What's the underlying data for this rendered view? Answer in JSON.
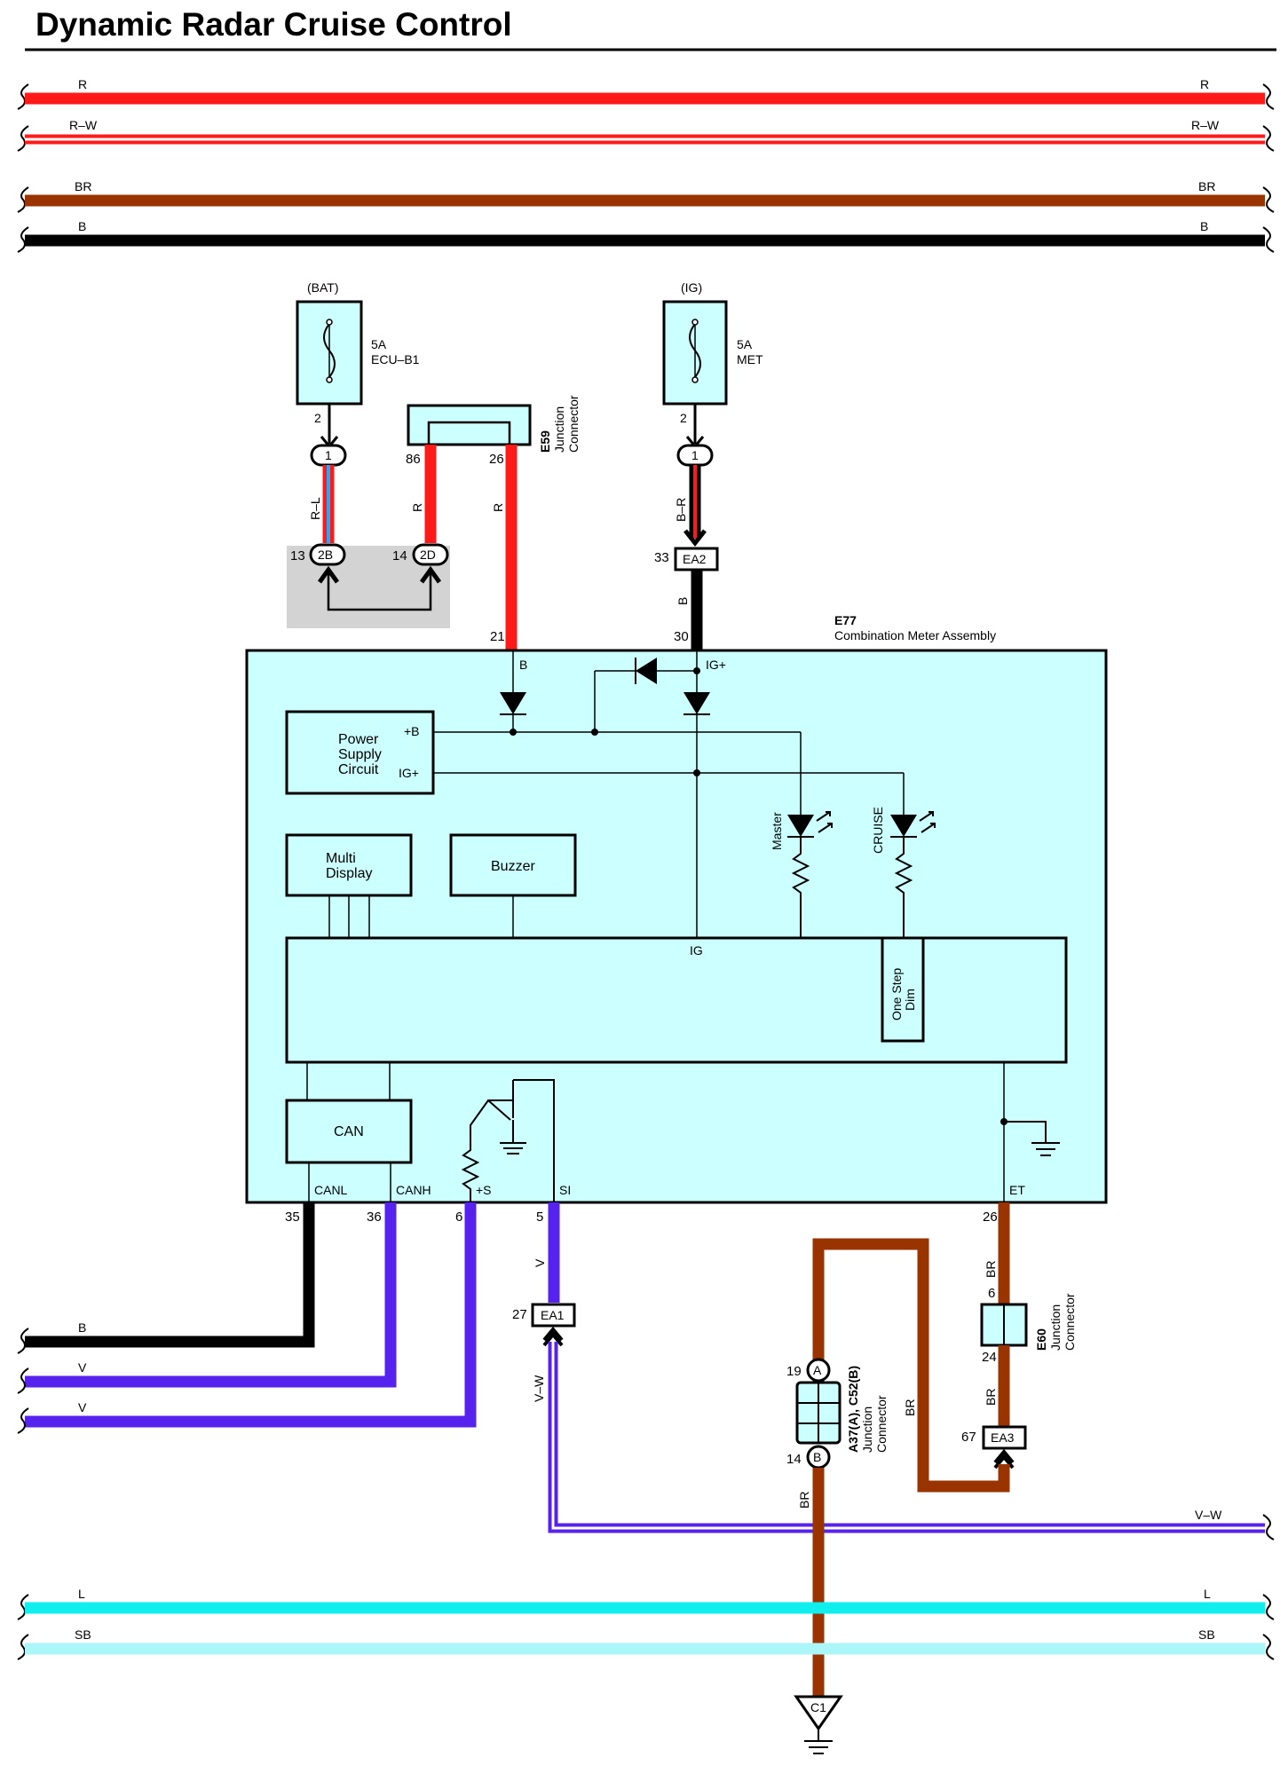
{
  "title": "Dynamic Radar Cruise Control",
  "bus_top": {
    "r": "R",
    "rw": "R–W",
    "br": "BR",
    "b": "B"
  },
  "bus_bottom": {
    "l": "L",
    "sb": "SB",
    "vw": "V–W"
  },
  "fuses": {
    "bat_source": "(BAT)",
    "bat_rating": "5A",
    "bat_name": "ECU–B1",
    "ig_source": "(IG)",
    "ig_rating": "5A",
    "ig_name": "MET"
  },
  "e59": {
    "code": "E59",
    "desc1": "Junction",
    "desc2": "Connector",
    "pin_a": "86",
    "pin_b": "26"
  },
  "pins": {
    "fuse_pin": "2",
    "conn1": "1",
    "p13": "13",
    "p2b": "2B",
    "p14": "14",
    "p2d": "2D",
    "p33": "33",
    "ea2": "EA2",
    "p21": "21",
    "p30": "30",
    "p35": "35",
    "p36": "36",
    "p6": "6",
    "p5": "5",
    "p27": "27",
    "ea1": "EA1",
    "p26": "26",
    "p6b": "6",
    "p24": "24",
    "p67": "67",
    "ea3": "EA3",
    "p19": "19",
    "pa": "A",
    "p14b": "14",
    "pb": "B"
  },
  "wires": {
    "rl": "R–L",
    "r1": "R",
    "r2": "R",
    "br_wire": "B–R",
    "b_wire": "B",
    "v_wire": "V",
    "vw_wire": "V–W",
    "br1": "BR",
    "br2": "BR",
    "br3": "BR",
    "br4": "BR",
    "out_b": "B",
    "out_v1": "V",
    "out_v2": "V"
  },
  "meter": {
    "code": "E77",
    "name": "Combination Meter Assembly",
    "b_label": "B",
    "igplus_label": "IG+",
    "power_supply": [
      "Power",
      "Supply",
      "Circuit"
    ],
    "ps_b": "+B",
    "ps_ig": "IG+",
    "multi_display": [
      "Multi",
      "Display"
    ],
    "buzzer": "Buzzer",
    "master": "Master",
    "cruise": "CRUISE",
    "ig": "IG",
    "one_step_dim": [
      "One Step",
      "Dim"
    ],
    "can": "CAN",
    "canl": "CANL",
    "canh": "CANH",
    "plus_s": "+S",
    "si": "SI",
    "et": "ET"
  },
  "e60": {
    "code": "E60",
    "desc1": "Junction",
    "desc2": "Connector"
  },
  "a37": {
    "code": "A37(A), C52(B)",
    "desc1": "Junction",
    "desc2": "Connector"
  },
  "ground": "C1",
  "colors": {
    "red": "#ff1a1a",
    "brown": "#993300",
    "black": "#000000",
    "violet": "#5522ee",
    "cyan": "#11eeee",
    "skyblue": "#aaf6f8",
    "box_fill": "#ccffff",
    "gray": "#d3d3d3"
  }
}
